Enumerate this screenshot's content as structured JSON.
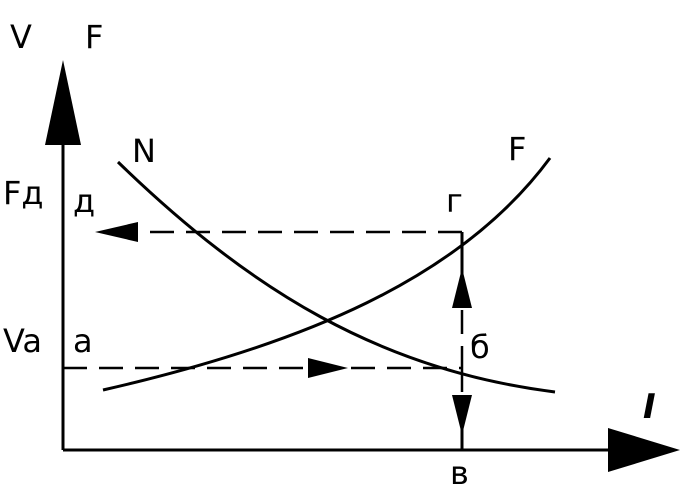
{
  "axes": {
    "y_label_1": "V",
    "y_label_2": "F",
    "x_label": "I"
  },
  "curves": {
    "N_label": "N",
    "F_label": "F"
  },
  "levels": {
    "Fd_label": "Fд",
    "Va_label": "Va"
  },
  "points": {
    "a": "а",
    "b": "б",
    "v": "в",
    "g": "г",
    "d": "д"
  },
  "colors": {
    "ink": "#000000",
    "background": "#ffffff"
  }
}
